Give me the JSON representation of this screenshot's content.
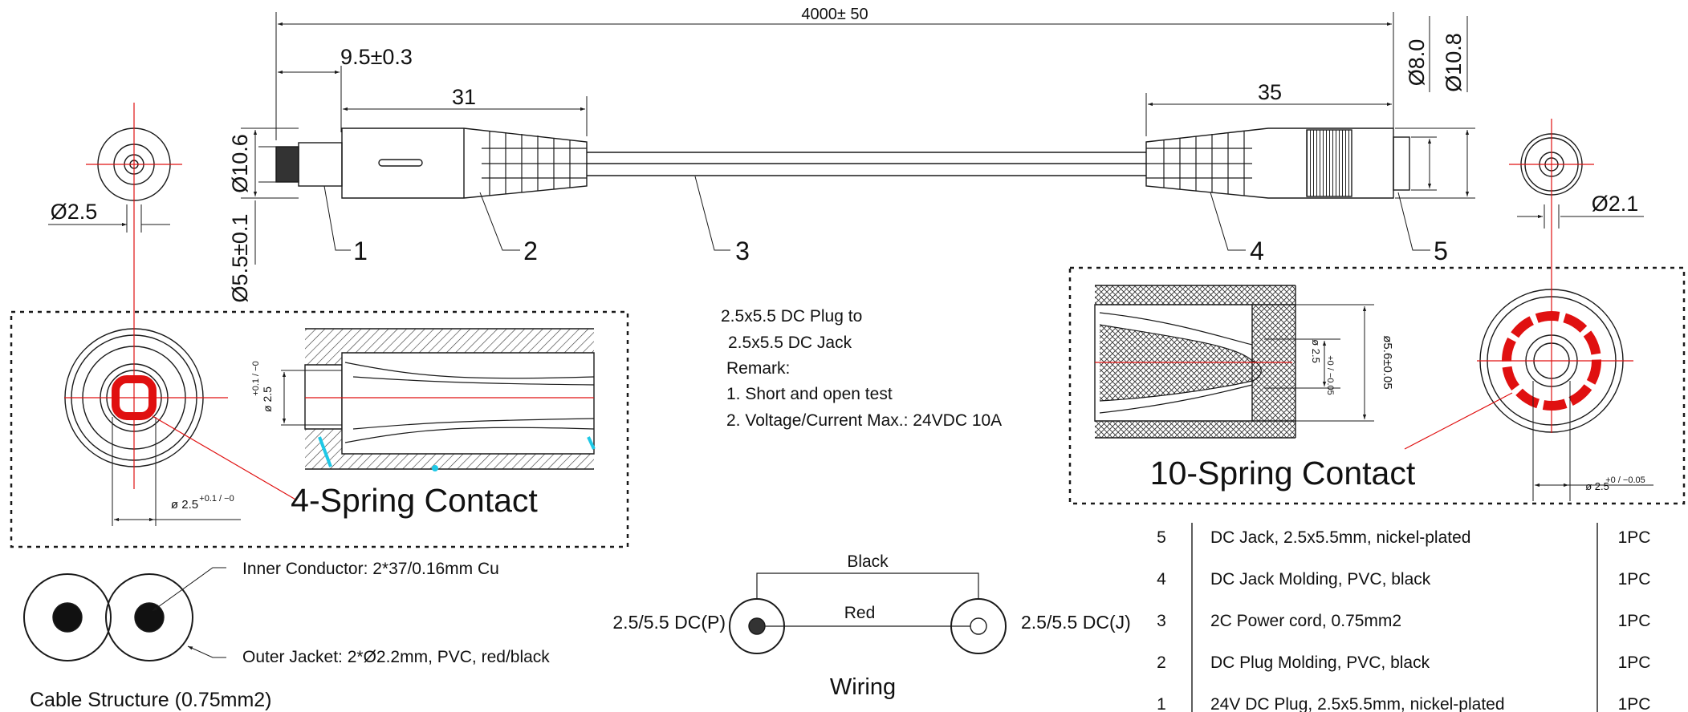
{
  "dimensions": {
    "overall_length": "4000± 50",
    "plug_tip_length": "9.5±0.3",
    "plug_molding_length": "31",
    "jack_molding_length": "35",
    "plug_diameter": "Ø10.6",
    "plug_pin_hole": "Ø2.5",
    "plug_barrel": "Ø5.5±0.1",
    "jack_inner": "Ø8.0",
    "jack_outer": "Ø10.8",
    "jack_pin": "Ø2.1"
  },
  "callouts": [
    "1",
    "2",
    "3",
    "4",
    "5"
  ],
  "detail_left": {
    "title": "4-Spring Contact",
    "dia_side_main": "ø 2.5",
    "dia_side_tol": "+0.1 / −0",
    "dia_bottom_main": "ø 2.5",
    "dia_bottom_tol": "+0.1 / −0"
  },
  "detail_right": {
    "title": "10-Spring Contact",
    "dia_outer": "ø5.6±0.05",
    "dia_inner_main": "ø 2.5",
    "dia_inner_tol": "+0 / −0.05",
    "dia_bottom_main": "ø 2.5",
    "dia_bottom_tol": "+0 / −0.05"
  },
  "notes": {
    "line1": "2.5x5.5 DC Plug to",
    "line2": "2.5x5.5 DC Jack",
    "line3": "Remark:",
    "line4": "1. Short and open test",
    "line5": "2. Voltage/Current Max.: 24VDC  10A"
  },
  "cable": {
    "inner_label": "Inner Conductor: 2*37/0.16mm Cu",
    "outer_label": "Outer Jacket: 2*Ø2.2mm, PVC, red/black",
    "title": "Cable Structure (0.75mm2)"
  },
  "wiring": {
    "wire_top": "Black",
    "wire_mid": "Red",
    "left_end": "2.5/5.5 DC(P)",
    "right_end": "2.5/5.5 DC(J)",
    "title": "Wiring"
  },
  "bom": [
    {
      "no": "5",
      "desc": "DC Jack, 2.5x5.5mm, nickel-plated",
      "qty": "1PC"
    },
    {
      "no": "4",
      "desc": "DC Jack Molding, PVC, black",
      "qty": "1PC"
    },
    {
      "no": "3",
      "desc": "2C Power cord, 0.75mm2",
      "qty": "1PC"
    },
    {
      "no": "2",
      "desc": "DC Plug Molding, PVC, black",
      "qty": "1PC"
    },
    {
      "no": "1",
      "desc": "24V DC Plug, 2.5x5.5mm, nickel-plated",
      "qty": "1PC"
    }
  ],
  "colors": {
    "line": "#1a1a1a",
    "center": "#e01010",
    "accent": "#1ec8e6"
  }
}
